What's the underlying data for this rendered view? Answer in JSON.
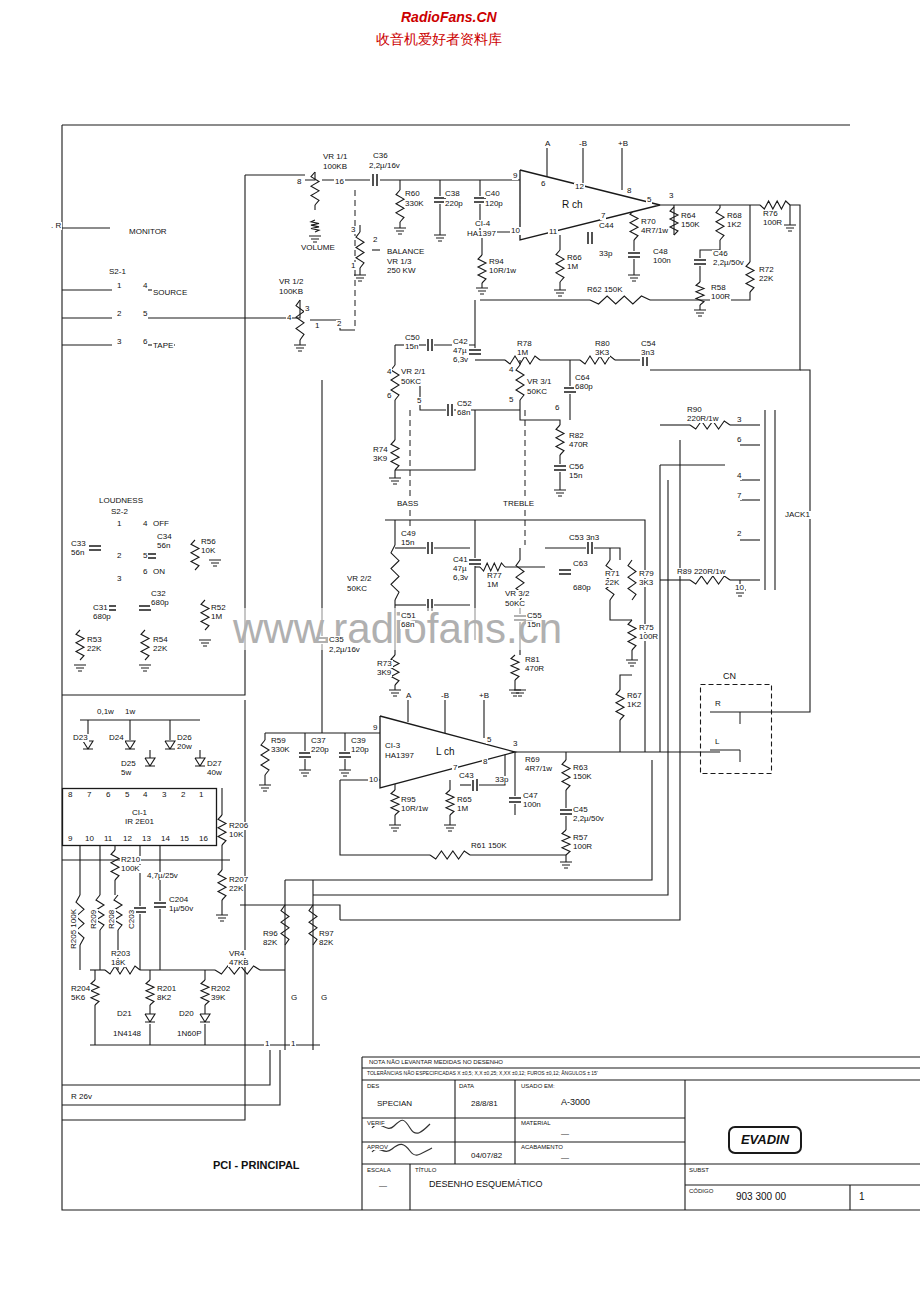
{
  "diagram": {
    "nodes": [
      {
        "text": [
          "R ch"
        ]
      },
      {
        "text": [
          "L ch"
        ]
      },
      {
        "text": [
          "CI-1",
          "IR 2E01"
        ]
      },
      {
        "text": [
          "CN"
        ]
      },
      {
        "text": [
          "EVADIN"
        ]
      }
    ],
    "labels": [
      "RadioFans.CN",
      "收音机爱好者资料库",
      "www.radiofans.cn",
      ". R",
      "MONITOR",
      "S2-1",
      "1",
      "4",
      "SOURCE",
      "2",
      "5",
      "3",
      "6",
      "TAPE",
      "VR 1/1",
      "100KB",
      "8",
      "16",
      "C36",
      "2,2µ/16v",
      "R60",
      "330K",
      "C38",
      "220p",
      "C40",
      "120p",
      "A",
      "-B",
      "+B",
      "9",
      "6",
      "12",
      "8",
      "5",
      "3",
      "CI-4",
      "HA1397",
      "10",
      "11",
      "7",
      "C44",
      "33p",
      "R70",
      "4R7/1w",
      "R64",
      "150K",
      "R68",
      "1K2",
      "R76",
      "100R",
      "C48",
      "100n",
      "C46",
      "2,2µ/50v",
      "R58",
      "100R",
      "R72",
      "22K",
      "R94",
      "10R/1w",
      "R66",
      "1M",
      "R62 150K",
      "3",
      "2",
      "1",
      "VOLUME",
      "BALANCE",
      "VR 1/3",
      "250 KW",
      "VR 1/2",
      "100KB",
      "3",
      "4",
      "1",
      "2",
      "C50",
      "15n",
      "C42",
      "47µ",
      "6,3v",
      "R78",
      "1M",
      "R80",
      "3K3",
      "C54",
      "3n3",
      "4",
      "VR 2/1",
      "50KC",
      "6",
      "5",
      "C52",
      "68n",
      "4",
      "VR 3/1",
      "50KC",
      "6",
      "5",
      "C64",
      "680p",
      "R74",
      "3K9",
      "R82",
      "470R",
      "C56",
      "15n",
      "BASS",
      "TREBLE",
      "R90",
      "220R/1w",
      "3",
      "6",
      "4",
      "7",
      "2",
      "R89 220R/1w",
      "10",
      "JACK1",
      "LOUDNESS",
      "S2-2",
      "1",
      "4",
      "OFF",
      "C33",
      "56n",
      "C34",
      "56n",
      "R56",
      "10K",
      "2",
      "5",
      "6",
      "ON",
      "3",
      "C31",
      "680p",
      "C32",
      "680p",
      "R52",
      "1M",
      "R53",
      "22K",
      "R54",
      "22K",
      "VR 2/2",
      "50KC",
      "C49",
      "15n",
      "C41",
      "47µ",
      "6,3v",
      "R77",
      "1M",
      "C53 3n3",
      "C63",
      "680p",
      "VR 3/2",
      "50KC",
      "R71",
      "22K",
      "R79",
      "3K3",
      "C55",
      "15n",
      "R81",
      "470R",
      "R75",
      "100R",
      "C51",
      "68n",
      "R73",
      "3K9",
      "C35",
      "2,2µ/16v",
      "R67",
      "1K2",
      "R",
      "L",
      "A",
      "-B",
      "+B",
      "9",
      "5",
      "3",
      "CI-3",
      "HA1397",
      "7",
      "8",
      "10",
      "C43",
      "33p",
      "R69",
      "4R7/1w",
      "R63",
      "150K",
      "C47",
      "100n",
      "C45",
      "2,2µ/50v",
      "R57",
      "100R",
      "R59",
      "330K",
      "C37",
      "220p",
      "C39",
      "120p",
      "R95",
      "10R/1w",
      "R65",
      "1M",
      "R61 150K",
      "0,1w",
      "1w",
      "D23",
      "D24",
      "D26",
      "20w",
      "D25",
      "5w",
      "D27",
      "40w",
      "8",
      "7",
      "6",
      "5",
      "4",
      "3",
      "2",
      "1",
      "9",
      "10",
      "11",
      "12",
      "13",
      "14",
      "15",
      "16",
      "R206",
      "10K",
      "R207",
      "22K",
      "R210",
      "100K",
      "R205 100K",
      "R209",
      "R208",
      "C203",
      "4,7µ/25v",
      "C204",
      "1µ/50v",
      "R203",
      "18K",
      "VR4",
      "47KB",
      "R204",
      "5K6",
      "R201",
      "8K2",
      "R202",
      "39K",
      "D21",
      "1N4148",
      "D20",
      "1N60P",
      "R96",
      "82K",
      "R97",
      "82K",
      "G",
      "G",
      "1",
      "1",
      "R 26v",
      "PCI - PRINCIPAL",
      "NOTA NÃO LEVANTAR MEDIDAS NO DESENHO",
      "TOLERÂNCIAS NÃO ESPECIFICADAS X ±0,5; X,X ±0,25; X,XX ±0,12; FUROS ±0,12; ÂNGULOS ± 15'",
      "DES",
      "SPECIAN",
      "DATA",
      "28/8/81",
      "USADO EM:",
      "A-3000",
      "VERIF",
      "MATERIAL",
      "—",
      "APROV",
      "04/07/82",
      "ACABAMENTO",
      "—",
      "ESCALA",
      "—",
      "TÍTULO",
      "DESENHO ESQUEMÁTICO",
      "SUBST",
      "CÓDIGO",
      "903 300 00",
      "1"
    ]
  }
}
